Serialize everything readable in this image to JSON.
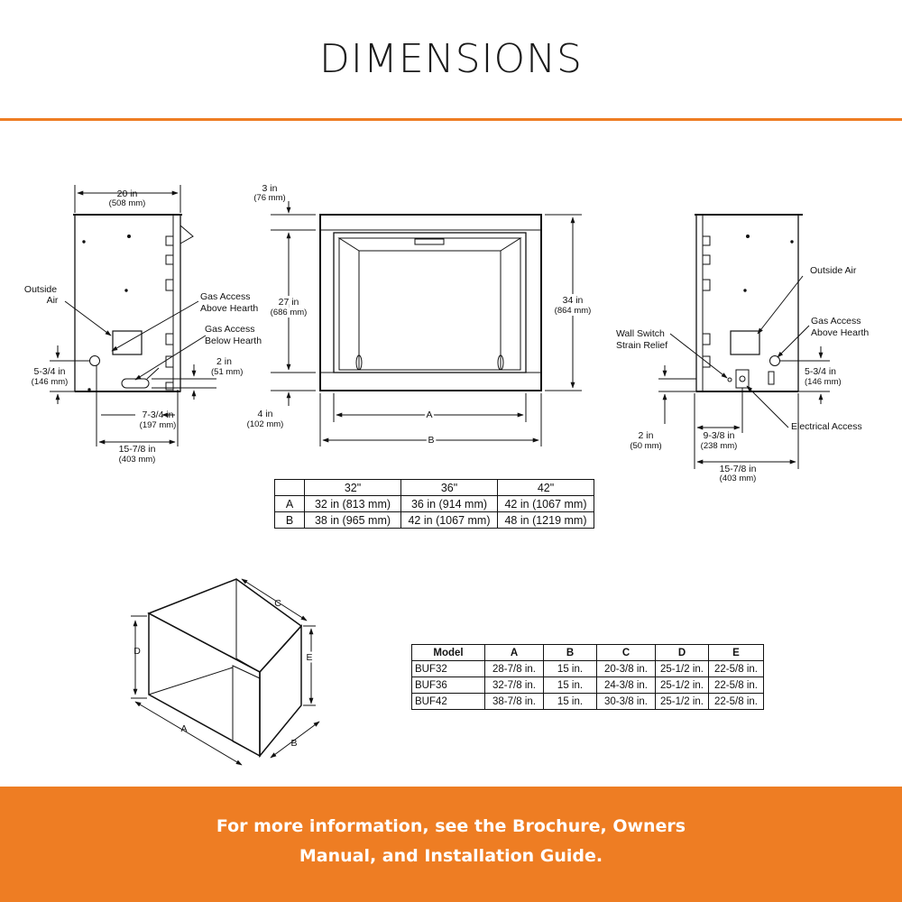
{
  "page": {
    "title": "DIMENSIONS",
    "accent_color": "#ee7d23",
    "footer_text": "For more information, see the Brochure, Owners Manual, and Installation Guide."
  },
  "left_view": {
    "width_top": "20 in",
    "width_top_mm": "(508 mm)",
    "outside_air_1": "Outside",
    "outside_air_2": "Air",
    "gas_above_1": "Gas Access",
    "gas_above_2": "Above Hearth",
    "gas_below_1": "Gas Access",
    "gas_below_2": "Below Hearth",
    "height_2": "2 in",
    "height_2_mm": "(51 mm)",
    "height_side": "5-3/4 in",
    "height_side_mm": "(146 mm)",
    "offset": "7-3/4 in",
    "offset_mm": "(197 mm)",
    "depth": "15-7/8 in",
    "depth_mm": "(403 mm)"
  },
  "front_view": {
    "top_gap": "3 in",
    "top_gap_mm": "(76 mm)",
    "opening_h": "27 in",
    "opening_h_mm": "(686 mm)",
    "overall_h": "34 in",
    "overall_h_mm": "(864 mm)",
    "bottom_gap": "4 in",
    "bottom_gap_mm": "(102 mm)",
    "dim_a": "A",
    "dim_b": "B"
  },
  "right_view": {
    "outside_air": "Outside Air",
    "gas_above_1": "Gas Access",
    "gas_above_2": "Above Hearth",
    "wall_switch_1": "Wall Switch",
    "wall_switch_2": "Strain Relief",
    "height_side": "5-3/4 in",
    "height_side_mm": "(146 mm)",
    "electrical": "Electrical Access",
    "height_2": "2 in",
    "height_2_mm": "(50 mm)",
    "offset": "9-3/8 in",
    "offset_mm": "(238 mm)",
    "depth": "15-7/8 in",
    "depth_mm": "(403 mm)"
  },
  "size_table": {
    "headers": [
      "",
      "32\"",
      "36\"",
      "42\""
    ],
    "rows": [
      [
        "A",
        "32 in (813 mm)",
        "36 in (914 mm)",
        "42 in (1067 mm)"
      ],
      [
        "B",
        "38 in (965 mm)",
        "42 in (1067 mm)",
        "48 in (1219 mm)"
      ]
    ]
  },
  "box_view": {
    "label_a": "A",
    "label_b": "B",
    "label_c": "C",
    "label_d": "D",
    "label_e": "E"
  },
  "model_table": {
    "headers": [
      "Model",
      "A",
      "B",
      "C",
      "D",
      "E"
    ],
    "rows": [
      [
        "BUF32",
        "28-7/8 in.",
        "15 in.",
        "20-3/8 in.",
        "25-1/2 in.",
        "22-5/8 in."
      ],
      [
        "BUF36",
        "32-7/8 in.",
        "15 in.",
        "24-3/8 in.",
        "25-1/2 in.",
        "22-5/8 in."
      ],
      [
        "BUF42",
        "38-7/8 in.",
        "15 in.",
        "30-3/8 in.",
        "25-1/2 in.",
        "22-5/8 in."
      ]
    ]
  }
}
